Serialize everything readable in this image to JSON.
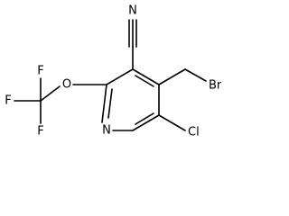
{
  "molecule": {
    "atoms": {
      "n_nitrile": "N",
      "o_ether": "O",
      "f_top": "F",
      "f_left": "F",
      "f_bottom": "F",
      "br": "Br",
      "n_ring": "N",
      "cl": "Cl"
    }
  }
}
